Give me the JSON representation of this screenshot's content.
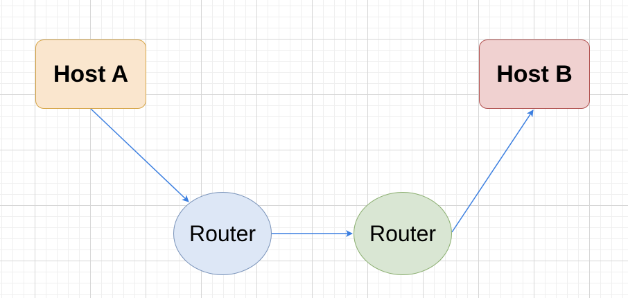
{
  "nodes": {
    "host_a": {
      "label": "Host A",
      "fill": "#fae6ce",
      "stroke": "#d6a445"
    },
    "host_b": {
      "label": "Host B",
      "fill": "#f0d1d0",
      "stroke": "#b0504e"
    },
    "router_1": {
      "label": "Router",
      "fill": "#dde7f6",
      "stroke": "#7892b9"
    },
    "router_2": {
      "label": "Router",
      "fill": "#d9e6d3",
      "stroke": "#8aae6f"
    }
  },
  "edges": [
    {
      "from": "host_a",
      "to": "router_1"
    },
    {
      "from": "router_1",
      "to": "router_2"
    },
    {
      "from": "router_2",
      "to": "host_b"
    }
  ],
  "edge_color": "#3c7fe0"
}
